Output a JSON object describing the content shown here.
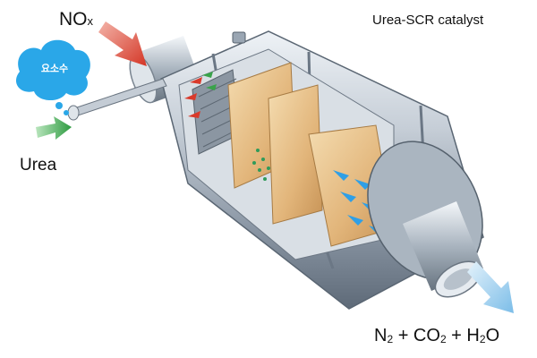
{
  "title": "Urea-SCR catalyst",
  "inputs": {
    "nox_main": "NO",
    "nox_sub": "x",
    "urea": "Urea",
    "bubble_label": "요소수"
  },
  "output": {
    "n": "N",
    "n_sub": "2",
    "plus1": " + CO",
    "co2_sub": "2",
    "plus2": " + H",
    "h2o_sub": "2",
    "o": "O"
  },
  "colors": {
    "nox_arrow": "#d93a2b",
    "urea_arrow": "#3aa34a",
    "bubble": "#2aa7e8",
    "output_arrow": "#8ec9ee",
    "flow_arrow": "#2f9fe6",
    "catalyst": "#e9c48f",
    "body_metal": "#b9c4cf"
  }
}
